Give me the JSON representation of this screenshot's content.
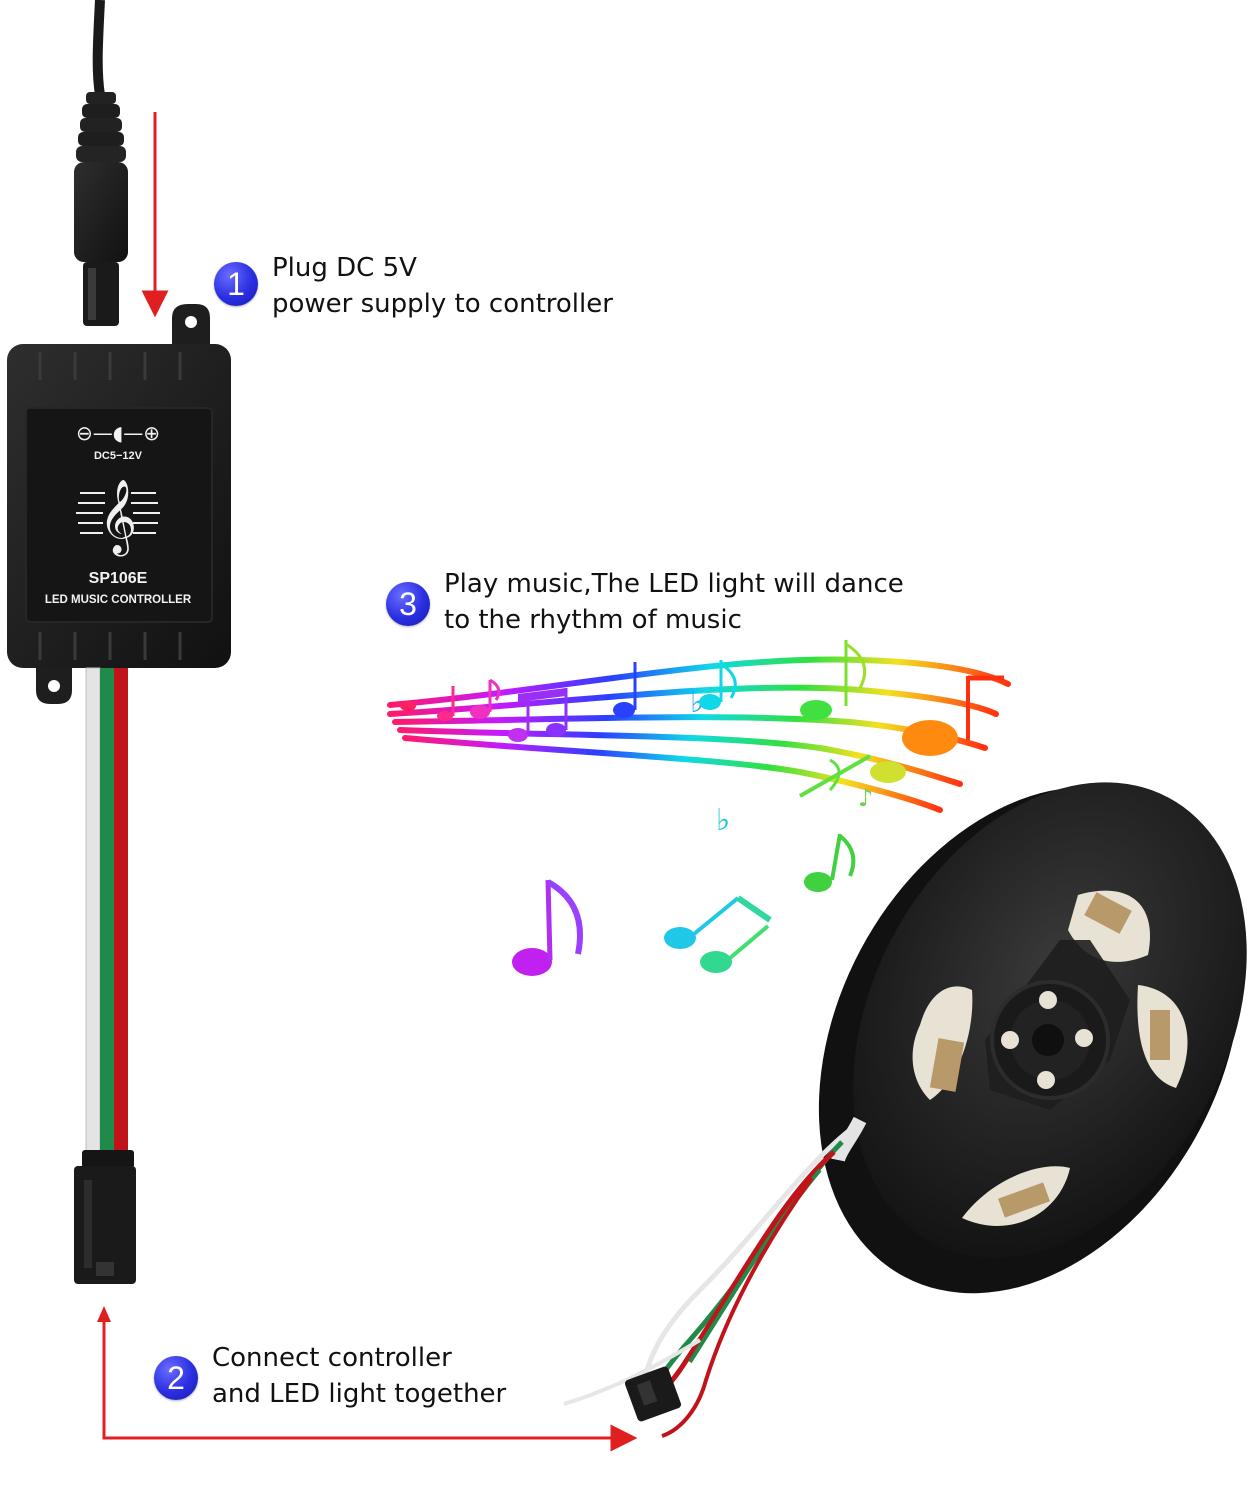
{
  "controller": {
    "polarity_label": "⊖—◖—⊕",
    "voltage_label": "DC5−12V",
    "model": "SP106E",
    "name": "LED MUSIC CONTROLLER"
  },
  "steps": [
    {
      "number": "1",
      "line1": "Plug DC 5V",
      "line2": "power supply to controller"
    },
    {
      "number": "2",
      "line1": "Connect controller",
      "line2": "and LED light together"
    },
    {
      "number": "3",
      "line1": "Play music,The LED light will dance",
      "line2": "to the rhythm of music"
    }
  ],
  "colors": {
    "arrow": "#e02020",
    "badge": "#2a2ee0",
    "wire_red": "#c0141a",
    "wire_green": "#1f8a4a",
    "wire_white": "#e6e6e6",
    "casing": "#1c1c1c"
  },
  "icons": [
    "treble-clef-icon",
    "music-note-icon",
    "dc-plug-icon",
    "led-reel-icon"
  ]
}
